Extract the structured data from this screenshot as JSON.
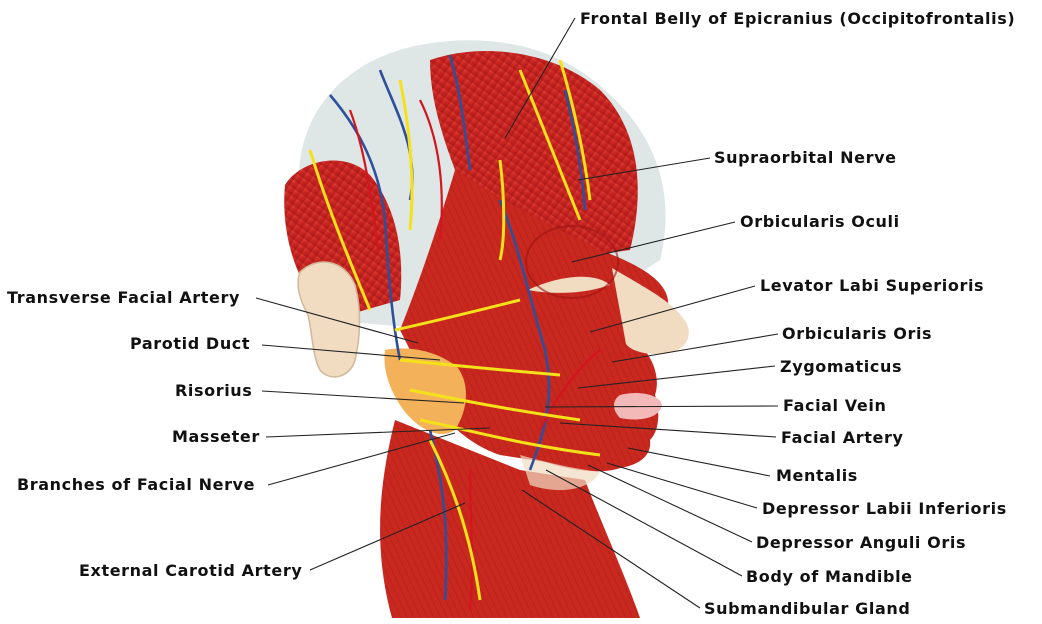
{
  "labels": {
    "frontal_belly": "Frontal Belly of Epicranius (Occipitofrontalis)",
    "supraorbital_nerve": "Supraorbital Nerve",
    "orbicularis_oculi": "Orbicularis Oculi",
    "levator_labii": "Levator Labi Superioris",
    "orbicularis_oris": "Orbicularis Oris",
    "zygomaticus": "Zygomaticus",
    "facial_vein": "Facial Vein",
    "facial_artery": "Facial Artery",
    "mentalis": "Mentalis",
    "depressor_labii": "Depressor Labii Inferioris",
    "depressor_anguli": "Depressor Anguli Oris",
    "body_of_mandible": "Body of Mandible",
    "submandibular_gland": "Submandibular Gland",
    "transverse_facial_artery": "Transverse Facial Artery",
    "parotid_duct": "Parotid Duct",
    "risorius": "Risorius",
    "masseter": "Masseter",
    "branches_facial_nerve": "Branches of Facial Nerve",
    "external_carotid_artery": "External Carotid Artery"
  },
  "colors": {
    "muscle": "#c8231f",
    "muscle_dark": "#9c1414",
    "nerve": "#f5e11a",
    "vein": "#2d4f9c",
    "artery": "#d4141e",
    "skin": "#f1dcc2",
    "skull": "#dfe6e6",
    "gland": "#f3b25a",
    "lip": "#f3b8b8"
  }
}
